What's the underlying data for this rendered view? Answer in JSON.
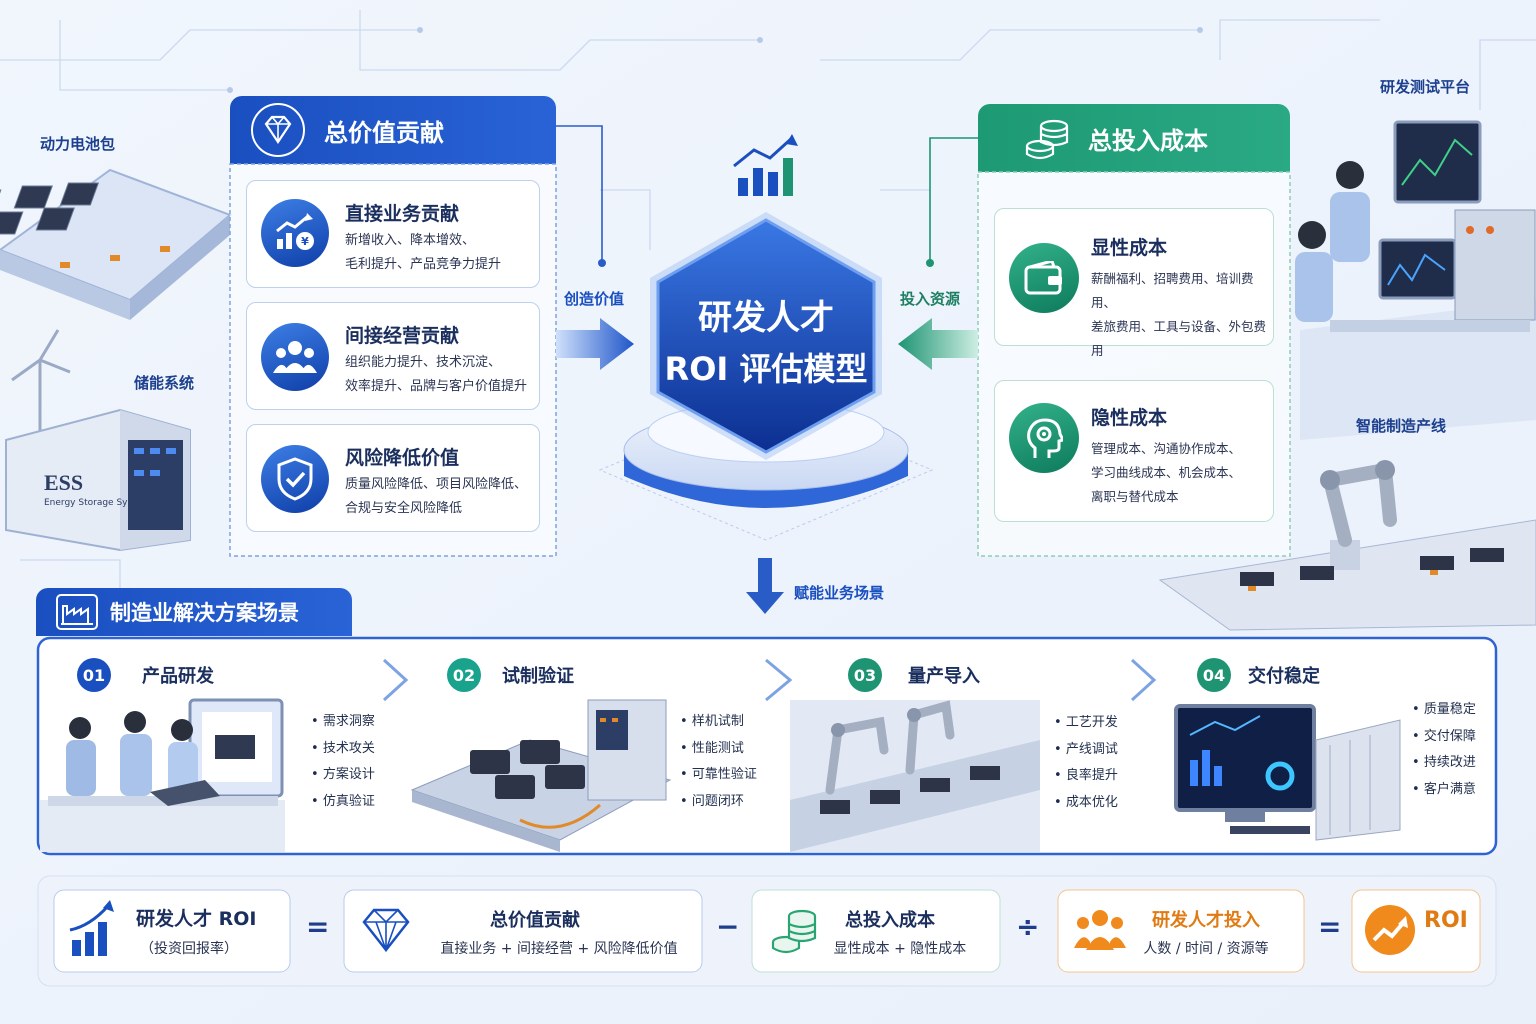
{
  "scenes": {
    "battery_pack": "动力电池包",
    "storage_system": "储能系统",
    "ess_logo": "ESS",
    "ess_caption": "Energy Storage System",
    "rd_platform": "研发测试平台",
    "smart_line": "智能制造产线"
  },
  "value_panel": {
    "title": "总价值贡献",
    "icon": "diamond-icon",
    "items": [
      {
        "title": "直接业务贡献",
        "icon": "growth-yen-icon",
        "lines": [
          "新增收入、降本增效、",
          "毛利提升、产品竞争力提升"
        ]
      },
      {
        "title": "间接经营贡献",
        "icon": "team-icon",
        "lines": [
          "组织能力提升、技术沉淀、",
          "效率提升、品牌与客户价值提升"
        ]
      },
      {
        "title": "风险降低价值",
        "icon": "shield-check-icon",
        "lines": [
          "质量风险降低、项目风险降低、",
          "合规与安全风险降低"
        ]
      }
    ]
  },
  "cost_panel": {
    "title": "总投入成本",
    "icon": "coins-icon",
    "items": [
      {
        "title": "显性成本",
        "icon": "wallet-icon",
        "lines": [
          "薪酬福利、招聘费用、培训费用、",
          "差旅费用、工具与设备、外包费用"
        ]
      },
      {
        "title": "隐性成本",
        "icon": "head-gear-icon",
        "lines": [
          "管理成本、沟通协作成本、",
          "学习曲线成本、机会成本、",
          "离职与替代成本"
        ]
      }
    ]
  },
  "center": {
    "line1": "研发人才",
    "line2": "ROI 评估模型",
    "icon": "bar-growth-icon",
    "left_flow": "创造价值",
    "right_flow": "投入资源",
    "down_flow": "赋能业务场景"
  },
  "scenarios": {
    "title": "制造业解决方案场景",
    "icon": "factory-icon",
    "stages": [
      {
        "num": "01",
        "title": "产品研发",
        "bullets": [
          "需求洞察",
          "技术攻关",
          "方案设计",
          "仿真验证"
        ]
      },
      {
        "num": "02",
        "title": "试制验证",
        "bullets": [
          "样机试制",
          "性能测试",
          "可靠性验证",
          "问题闭环"
        ]
      },
      {
        "num": "03",
        "title": "量产导入",
        "bullets": [
          "工艺开发",
          "产线调试",
          "良率提升",
          "成本优化"
        ]
      },
      {
        "num": "04",
        "title": "交付稳定",
        "bullets": [
          "质量稳定",
          "交付保障",
          "持续改进",
          "客户满意"
        ]
      }
    ]
  },
  "formula": {
    "roi_title": "研发人才 ROI",
    "roi_sub": "（投资回报率）",
    "op_eq": "=",
    "value_title": "总价值贡献",
    "value_sub": "直接业务 + 间接经营 + 风险降低价值",
    "op_minus": "−",
    "cost_title": "总投入成本",
    "cost_sub": "显性成本 + 隐性成本",
    "op_div": "÷",
    "talent_title": "研发人才投入",
    "talent_sub": "人数 / 时间 / 资源等",
    "op_eq2": "=",
    "result": "ROI"
  },
  "colors": {
    "primary_blue": "#1a4fc0",
    "deep_blue": "#0f3ea8",
    "green": "#1e9473",
    "orange": "#f08a1c"
  }
}
